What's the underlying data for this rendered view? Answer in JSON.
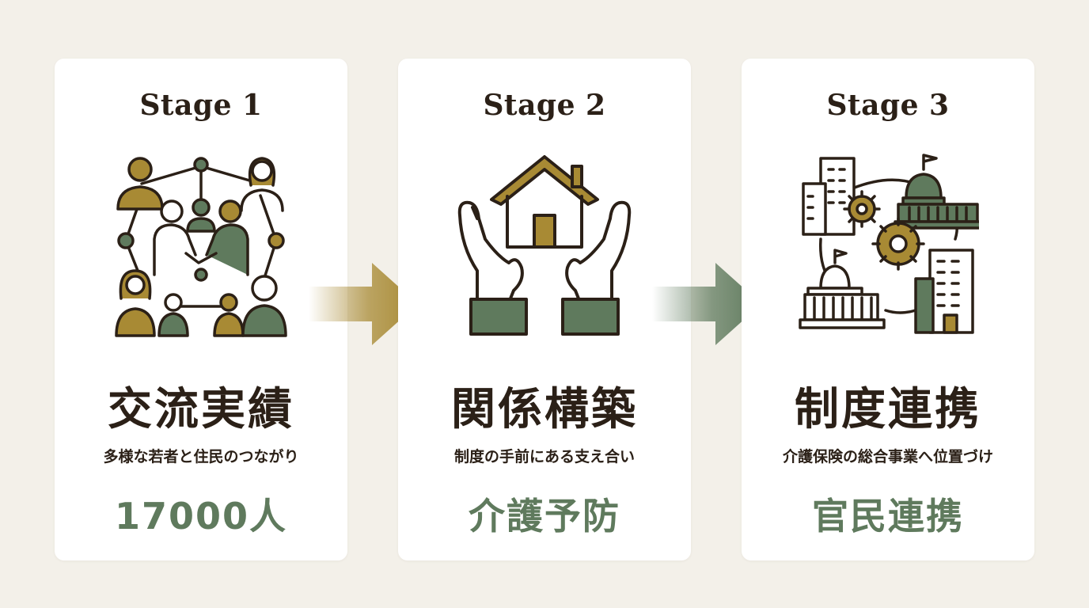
{
  "colors": {
    "background": "#f3f0e9",
    "card": "#ffffff",
    "text_dark": "#2b2017",
    "accent_gold": "#a88a34",
    "accent_green": "#5f7a5d"
  },
  "stages": [
    {
      "label": "Stage 1",
      "heading": "交流実績",
      "description": "多様な若者と住民のつながり",
      "metric": "17000人",
      "icon": "people-network-handshake-icon"
    },
    {
      "label": "Stage 2",
      "heading": "関係構築",
      "description": "制度の手前にある支え合い",
      "metric": "介護予防",
      "icon": "hands-holding-house-icon"
    },
    {
      "label": "Stage 3",
      "heading": "制度連携",
      "description": "介護保険の総合事業へ位置づけ",
      "metric": "官民連携",
      "icon": "government-buildings-gears-icon"
    }
  ],
  "arrows": [
    {
      "from": "Stage 1",
      "to": "Stage 2",
      "color": "#a88a34"
    },
    {
      "from": "Stage 2",
      "to": "Stage 3",
      "color": "#5f7a5d"
    }
  ]
}
